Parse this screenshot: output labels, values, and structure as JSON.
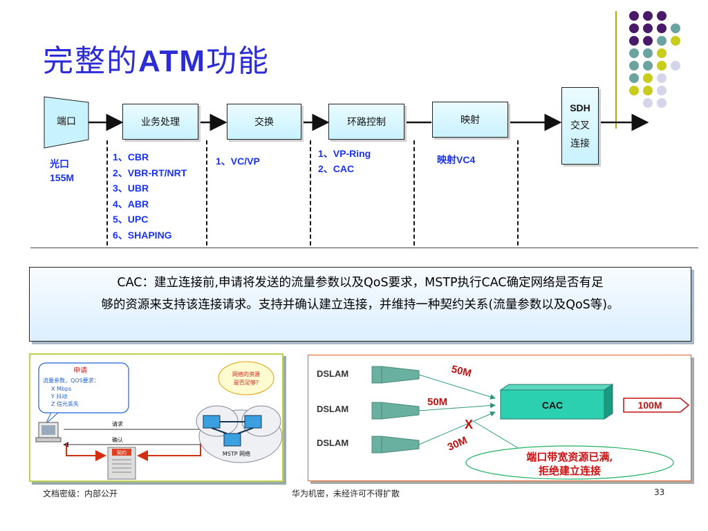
{
  "title_cn1": "完整的",
  "title_atm": "ATM",
  "title_cn2": "功能",
  "flow": {
    "port": "端口",
    "service": "业务处理",
    "switch": "交换",
    "loop": "环路控制",
    "mapping": "映射",
    "sdh1": "SDH",
    "sdh2": "交叉",
    "sdh3": "连接"
  },
  "notes": {
    "optical1": "光口",
    "optical2": "155M",
    "service_items": [
      "1、CBR",
      "2、VBR-RT/NRT",
      "3、UBR",
      "4、ABR",
      "5、UPC",
      "6、SHAPING"
    ],
    "switch_items": [
      "1、VC/VP"
    ],
    "loop_items": [
      "1、VP-Ring",
      "2、CAC"
    ],
    "mapping_items": [
      "映射VC4"
    ]
  },
  "cac_text_line1": "CAC：建立连接前,申请将发送的流量参数以及QoS要求，MSTP执行CAC确定网络是否有足",
  "cac_text_line2": "够的资源来支持该连接请求。支持并确认建立连接，并维持一种契约关系(流量参数以及QoS等)。",
  "left_panel": {
    "bubble_title": "申请",
    "bubble_l1": "流量参数，QOS要求：",
    "bubble_l2": "X  Mbps",
    "bubble_l3": "Y  抖动",
    "bubble_l4": "Z  信元丢失",
    "question1": "网络的资源",
    "question2": "是否足够?",
    "request": "请求",
    "confirm": "确认",
    "contract": "契约",
    "network": "MSTP 网络"
  },
  "right_panel": {
    "dslam1": "DSLAM",
    "dslam2": "DSLAM",
    "dslam3": "DSLAM",
    "bw1": "50M",
    "bw2": "50M",
    "bw3": "30M",
    "reject_mark": "X",
    "cac": "CAC",
    "out": "100M",
    "full1": "端口带宽资源已满,",
    "full2": "拒绝建立连接"
  },
  "footer": {
    "left": "文档密级：内部公开",
    "center": "华为机密，未经许可不得扩散",
    "page": "33"
  },
  "colors": {
    "title": "#2b2bd8",
    "note": "#1830ff",
    "purple": "#4a1a6a",
    "teal": "#6aa3a0",
    "lime": "#c8cc1a",
    "lav": "#d4d4ea"
  }
}
